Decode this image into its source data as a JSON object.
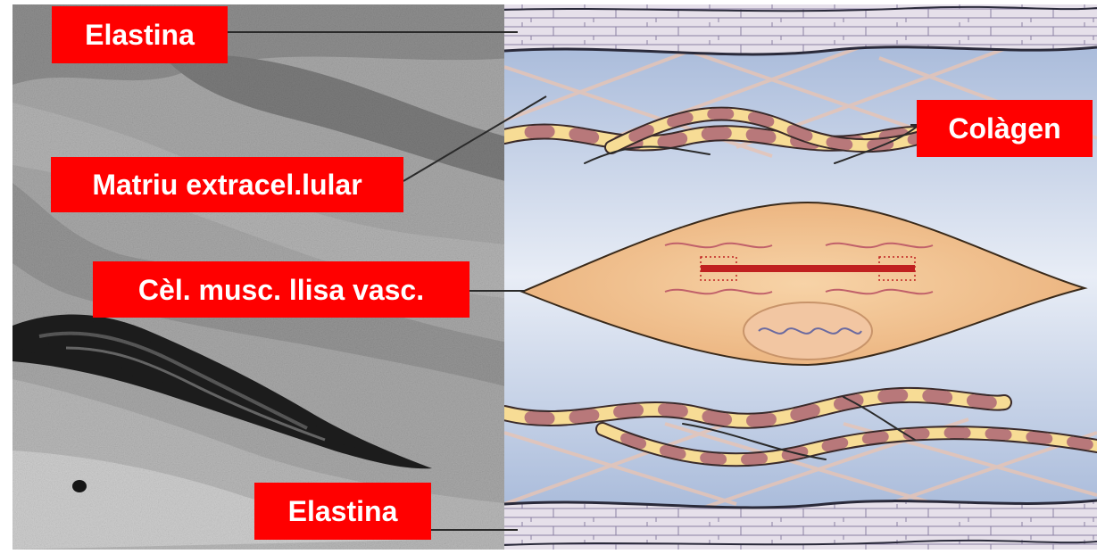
{
  "labels": {
    "elastina_top": "Elastina",
    "colagen": "Colàgen",
    "matriu": "Matriu extracel.lular",
    "cel_musc": "Cèl. musc. llisa vasc.",
    "elastina_bottom": "Elastina"
  },
  "colors": {
    "label_background": "#ff0000",
    "label_text": "#ffffff",
    "cell_fill": "#f2c08c",
    "collagen_light": "#f7dc95",
    "collagen_dark": "#b8787a",
    "elastin_band": "#e6e0ea",
    "matrix_background": "#c2cee3"
  }
}
